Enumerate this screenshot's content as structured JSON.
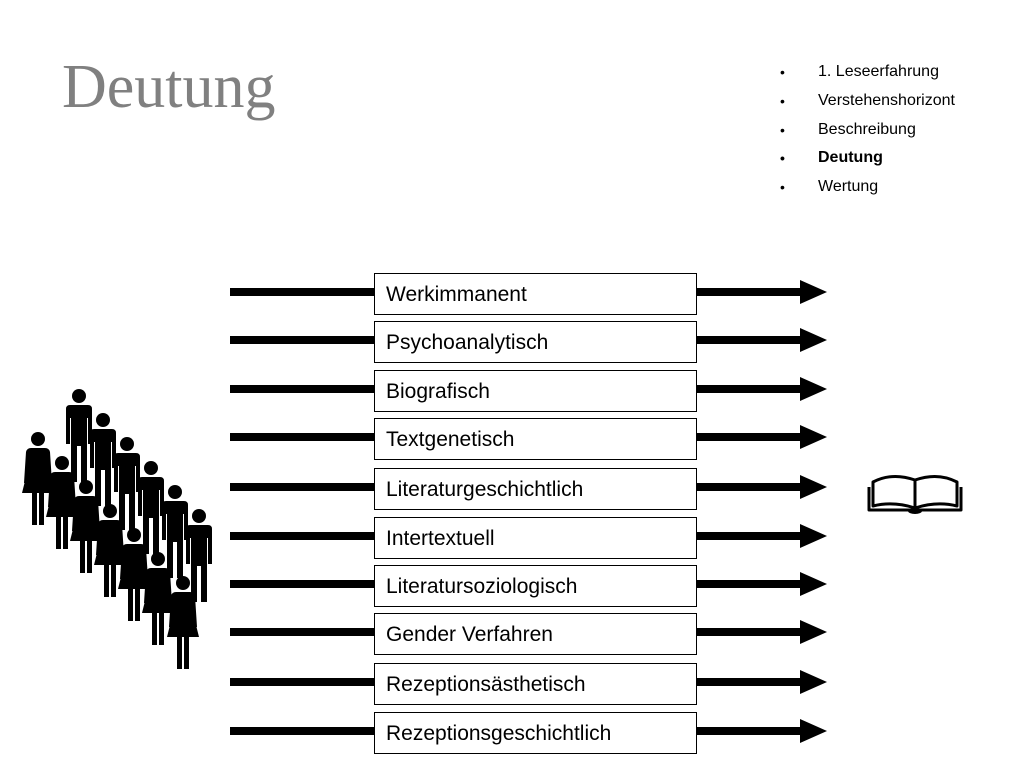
{
  "slide": {
    "title": "Deutung"
  },
  "outline": {
    "items": [
      {
        "label": "1. Leseerfahrung",
        "active": false
      },
      {
        "label": "Verstehenshorizont",
        "active": false
      },
      {
        "label": "Beschreibung",
        "active": false
      },
      {
        "label": "Deutung",
        "active": true
      },
      {
        "label": "Wertung",
        "active": false
      }
    ]
  },
  "diagram": {
    "methods": [
      "Werkimmanent",
      "Psychoanalytisch",
      "Biografisch",
      "Textgenetisch",
      "Literaturgeschichtlich",
      "Intertextuell",
      "Literatursoziologisch",
      "Gender Verfahren",
      "Rezeptionsästhetisch",
      "Rezeptionsgeschichtlich"
    ],
    "left_icon": "crowd-of-people-icon",
    "right_icon": "open-book-icon"
  }
}
